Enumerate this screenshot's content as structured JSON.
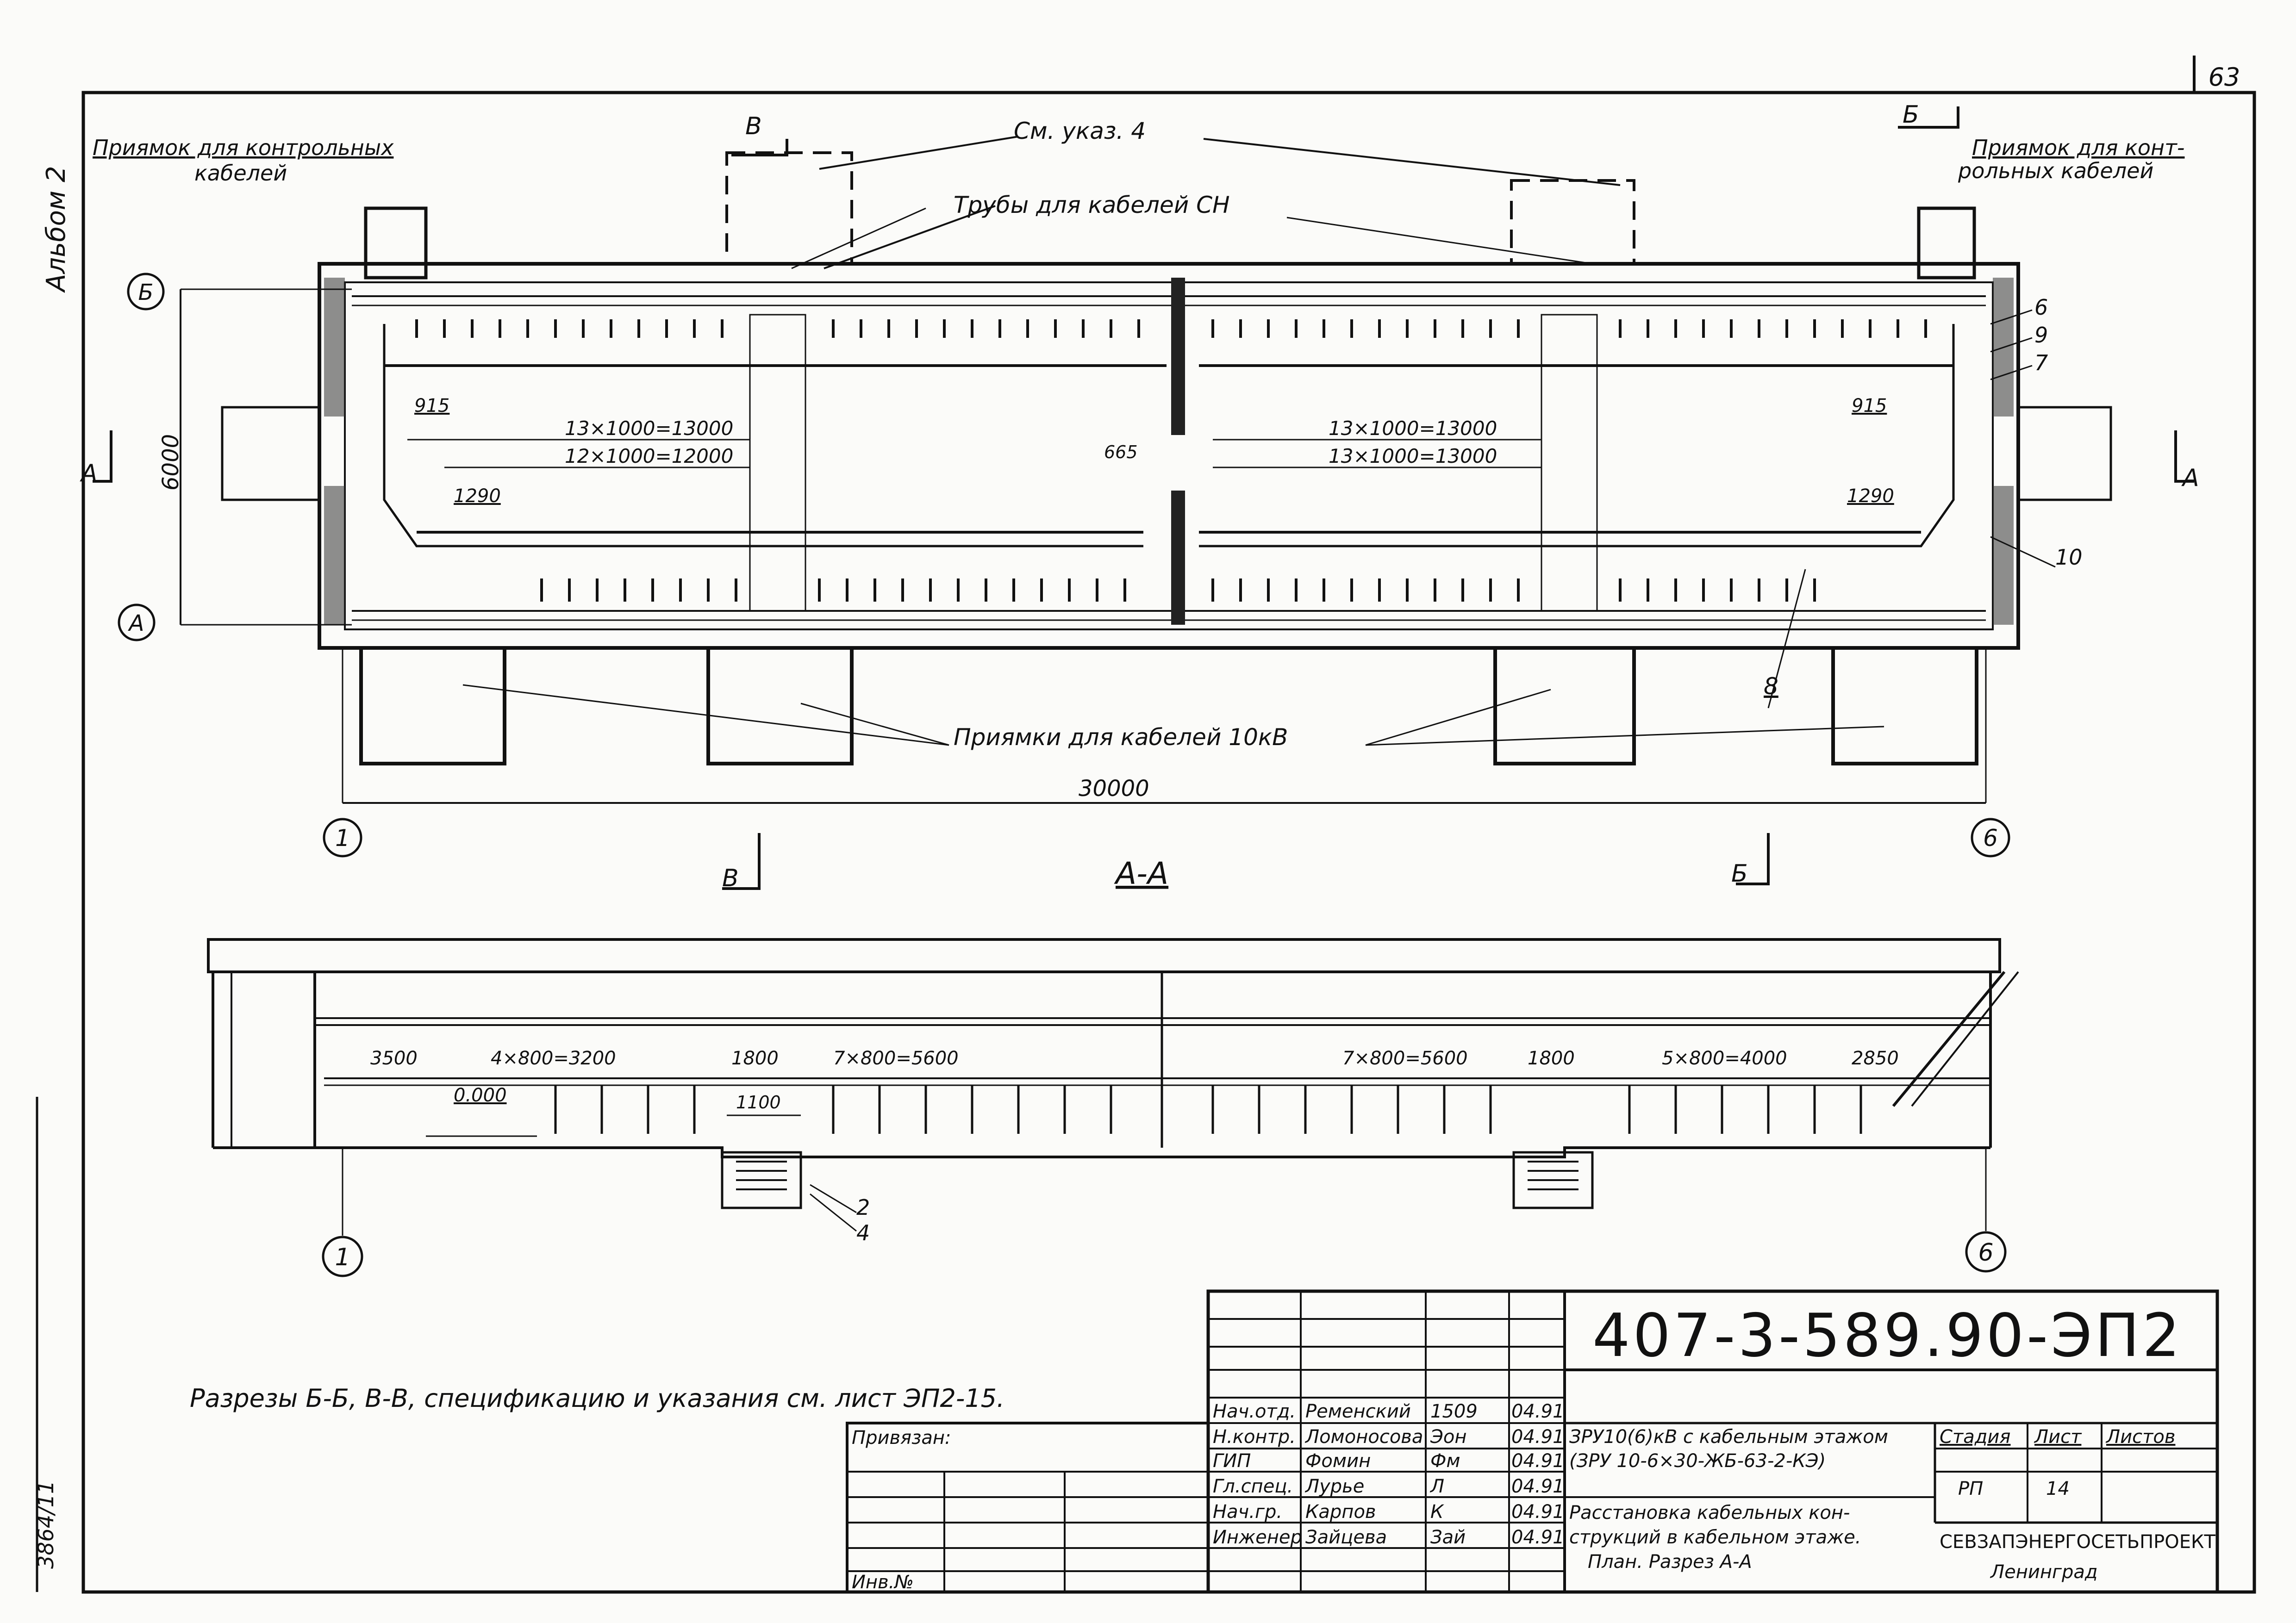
{
  "sheet": {
    "page_number": "63",
    "side_album": "Альбом 2",
    "side_inventory": "3864/11"
  },
  "plan": {
    "labels": {
      "pit_control_left_1": "Приямок для контрольных",
      "pit_control_left_2": "кабелей",
      "pit_control_right_1": "Приямок для конт-",
      "pit_control_right_2": "рольных кабелей",
      "see_note": "См. указ. 4",
      "pipes": "Трубы для кабелей СН",
      "pits_10kv": "Приямки для кабелей 10кВ"
    },
    "section_marks": {
      "v_top": "В",
      "b_top": "Б",
      "v_bottom": "В",
      "b_bottom": "Б",
      "a_left": "А",
      "a_right": "А"
    },
    "axes": {
      "b": "Б",
      "a": "А",
      "one": "1",
      "six": "6"
    },
    "dims": {
      "height": "6000",
      "overall": "30000",
      "left_upper": "13×1000=13000",
      "left_lower": "12×1000=12000",
      "right_upper": "13×1000=13000",
      "right_lower": "13×1000=13000",
      "d915_left": "915",
      "d915_right": "915",
      "d1290_left": "1290",
      "d1290_right": "1290",
      "d665": "665"
    },
    "callouts": [
      "6",
      "9",
      "7",
      "10",
      "8"
    ]
  },
  "section": {
    "title": "А-А",
    "dims": [
      "3500",
      "4×800=3200",
      "1800",
      "7×800=5600",
      "7×800=5600",
      "1800",
      "5×800=4000",
      "2850"
    ],
    "level": "0.000",
    "pit_width": "1100",
    "callouts": [
      "2",
      "4"
    ],
    "axes": {
      "one": "1",
      "six": "6"
    }
  },
  "note": "Разрезы Б-Б, В-В, спецификацию и указания см. лист ЭП2-15.",
  "title_block": {
    "code": "407-3-589.90-ЭП2",
    "privyazan": "Привязан:",
    "inv_no": "Инв.№",
    "staff": [
      {
        "role": "Нач.отд.",
        "name": "Ременский",
        "sign": "1509",
        "date": "04.91"
      },
      {
        "role": "Н.контр.",
        "name": "Ломоносова",
        "sign": "Эон",
        "date": "04.91"
      },
      {
        "role": "ГИП",
        "name": "Фомин",
        "sign": "Фм",
        "date": "04.91"
      },
      {
        "role": "Гл.спец.",
        "name": "Лурье",
        "sign": "Л",
        "date": "04.91"
      },
      {
        "role": "Нач.гр.",
        "name": "Карпов",
        "sign": "К",
        "date": "04.91"
      },
      {
        "role": "Инженер",
        "name": "Зайцева",
        "sign": "Зай",
        "date": "04.91"
      }
    ],
    "object_1": "ЗРУ10(6)кВ с кабельным этажом",
    "object_2": "(ЗРУ 10-6×30-ЖБ-63-2-КЭ)",
    "sheet_title_1": "Расстановка кабельных кон-",
    "sheet_title_2": "струкций в кабельном этаже.",
    "sheet_title_3": "План. Разрез А-А",
    "stage_label": "Стадия",
    "sheet_label": "Лист",
    "sheets_label": "Листов",
    "stage": "РП",
    "sheet_no": "14",
    "org_1": "СЕВЗАПЭНЕРГОСЕТЬПРОЕКТ",
    "org_2": "Ленинград"
  }
}
